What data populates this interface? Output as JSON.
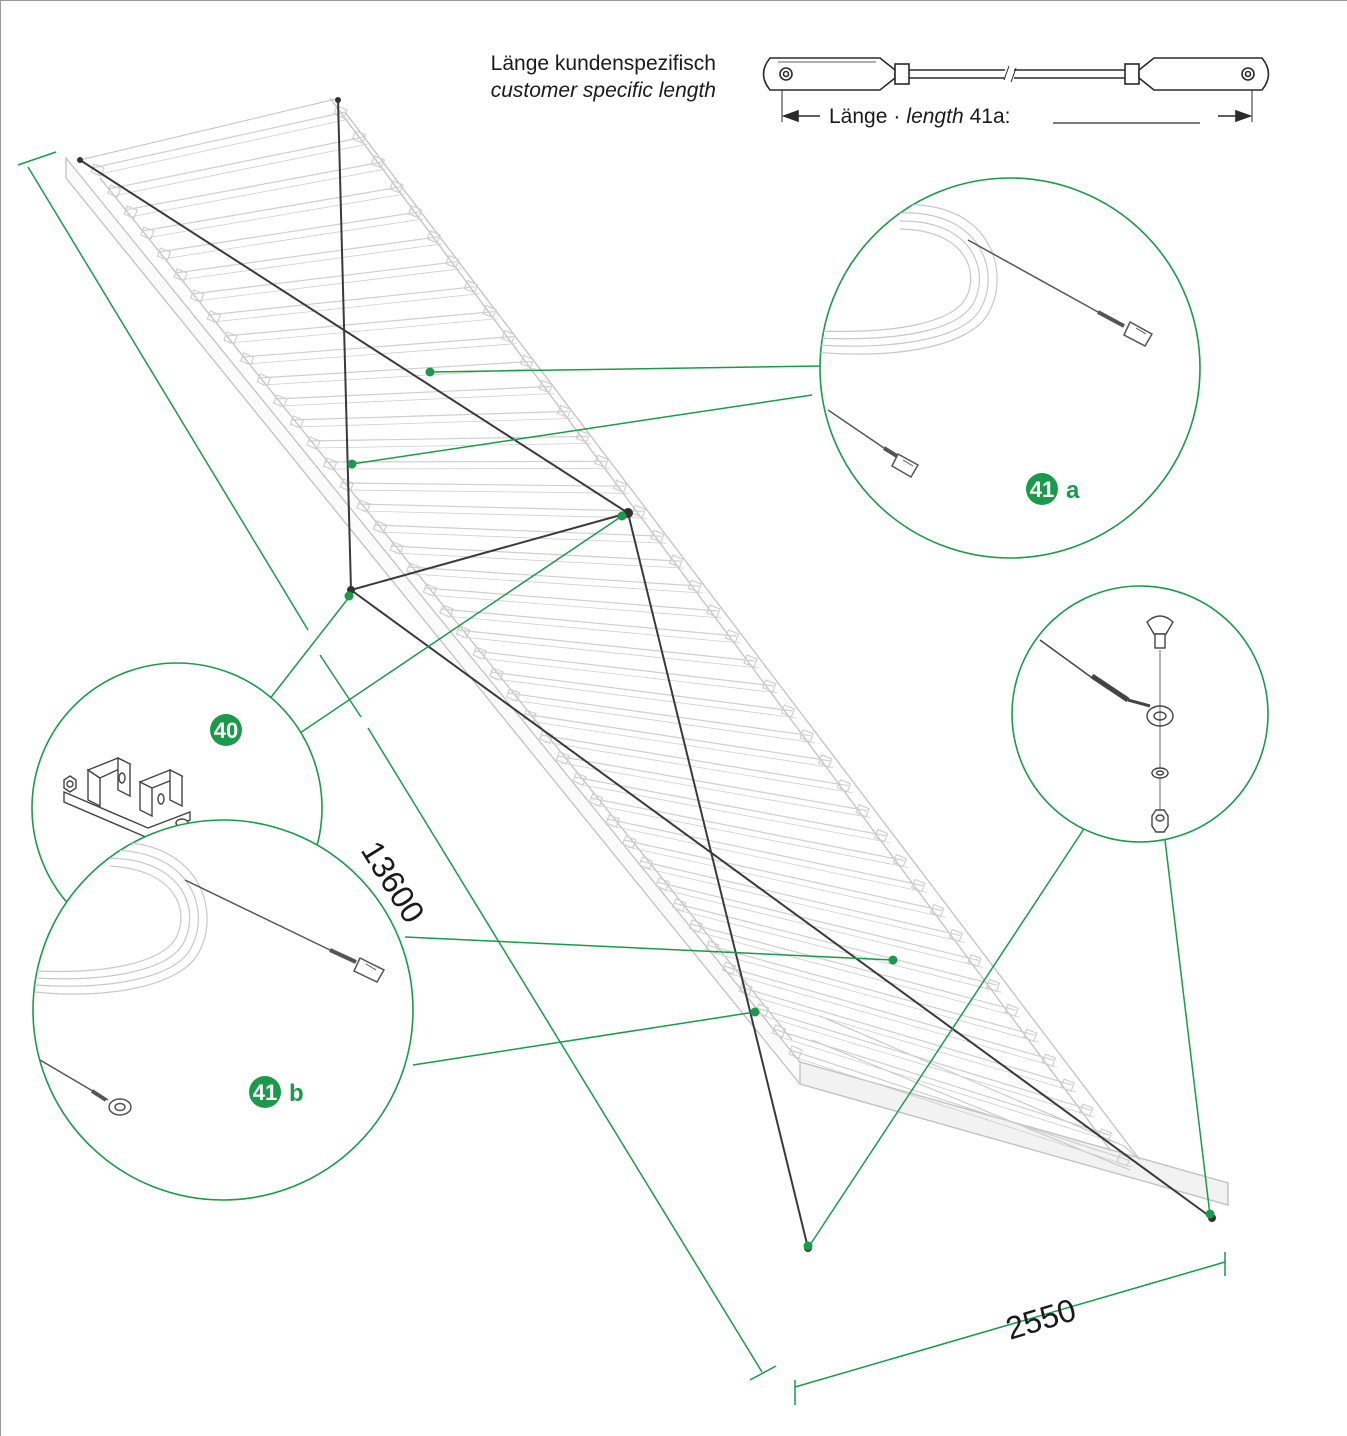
{
  "header": {
    "line1": "Länge kundenspezifisch",
    "line2": "customer specific length"
  },
  "length_label": {
    "word": "Länge",
    "separator": "·",
    "word_italic": "length",
    "ref": "41a:"
  },
  "dimensions": {
    "length": "13600",
    "width": "2550"
  },
  "callouts": {
    "c41a_num": "41",
    "c41a_suffix": "a",
    "c40_num": "40",
    "c41b_num": "41",
    "c41b_suffix": "b"
  },
  "colors": {
    "accent_green": "#1a9a4a",
    "drawing_gray": "#b8b8b8",
    "cable_dark": "#333333"
  }
}
